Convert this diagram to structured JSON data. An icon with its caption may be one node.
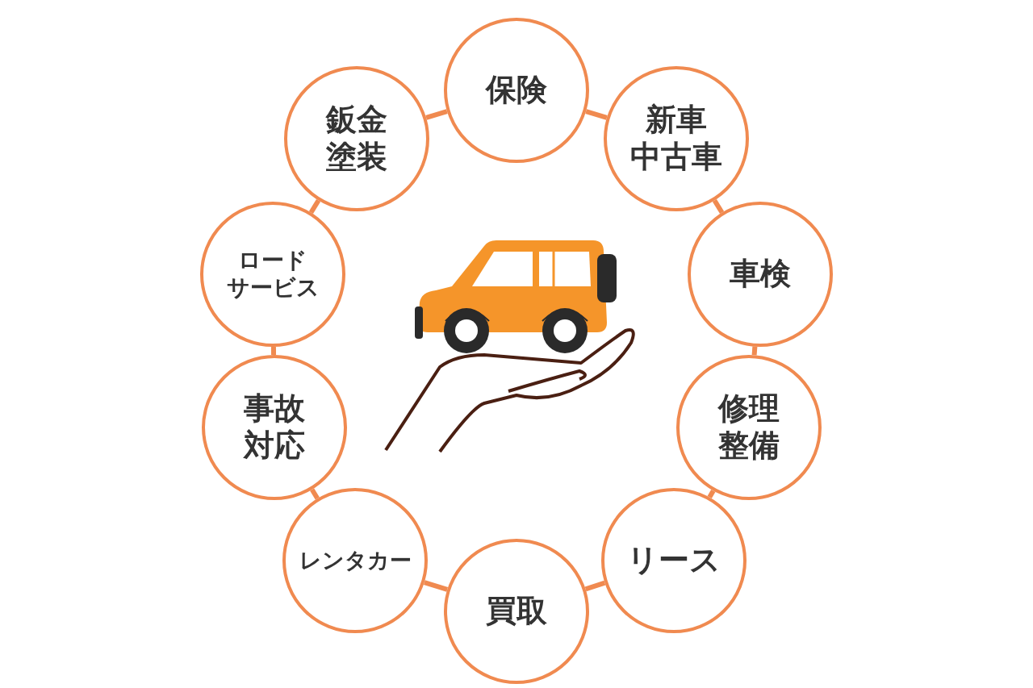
{
  "diagram": {
    "nodes": [
      {
        "text": [
          "保険"
        ]
      },
      {
        "text": [
          "新車中古車"
        ]
      },
      {
        "text": [
          "車検"
        ]
      },
      {
        "text": [
          "修理整備"
        ]
      },
      {
        "text": [
          "リース"
        ]
      },
      {
        "text": [
          "買取"
        ]
      },
      {
        "text": [
          "レンタカー"
        ]
      },
      {
        "text": [
          "事故対応"
        ]
      },
      {
        "text": [
          "ロードサービス"
        ]
      },
      {
        "text": [
          "鈑金塗装"
        ]
      }
    ],
    "edges": [
      {
        "from": 0,
        "to": 1,
        "arrow": "none"
      },
      {
        "from": 1,
        "to": 2,
        "arrow": "none"
      },
      {
        "from": 2,
        "to": 3,
        "arrow": "none"
      },
      {
        "from": 3,
        "to": 4,
        "arrow": "none"
      },
      {
        "from": 4,
        "to": 5,
        "arrow": "none"
      },
      {
        "from": 5,
        "to": 6,
        "arrow": "none"
      },
      {
        "from": 6,
        "to": 7,
        "arrow": "none"
      },
      {
        "from": 7,
        "to": 8,
        "arrow": "none"
      },
      {
        "from": 8,
        "to": 9,
        "arrow": "none"
      },
      {
        "from": 9,
        "to": 0,
        "arrow": "none"
      }
    ]
  }
}
